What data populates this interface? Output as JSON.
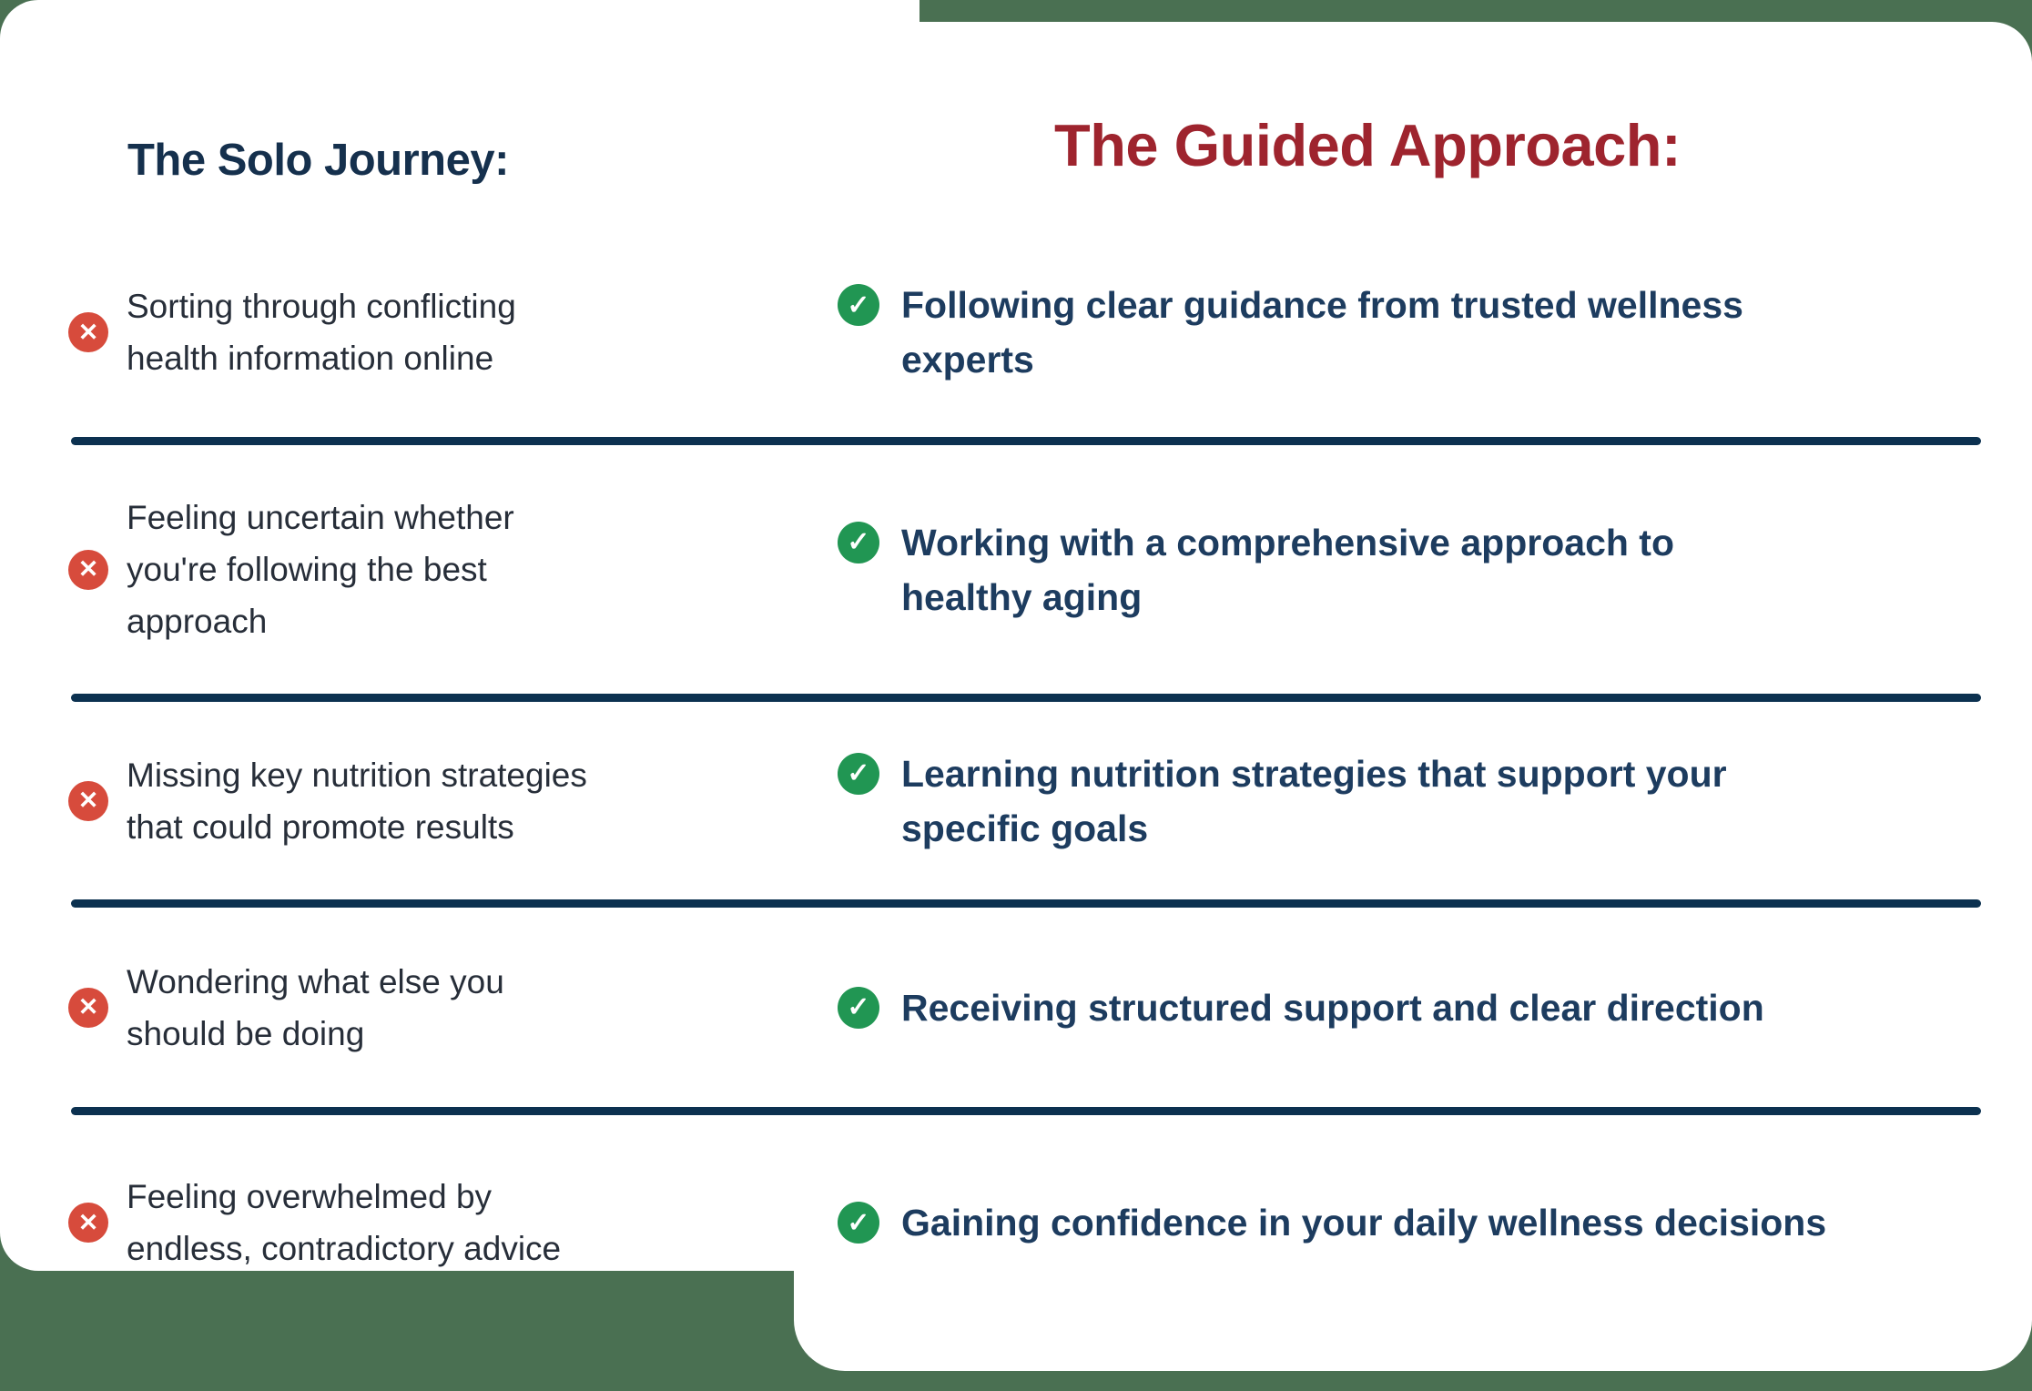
{
  "background_color": "#4a7052",
  "card_color": "#ffffff",
  "divider_color": "#0c3150",
  "left_column": {
    "heading": "The Solo Journey:",
    "heading_color": "#15304d",
    "text_color": "#272e39",
    "icon": {
      "name": "x-circle-icon",
      "glyph": "✕",
      "color": "#d74b3c"
    },
    "items": [
      {
        "text": "Sorting through conflicting\nhealth information online"
      },
      {
        "text": "Feeling uncertain whether\nyou're following the best\napproach"
      },
      {
        "text": "Missing key nutrition strategies\nthat could promote results"
      },
      {
        "text": "Wondering what else you\nshould be doing"
      },
      {
        "text": "Feeling overwhelmed by\nendless, contradictory advice"
      }
    ]
  },
  "right_column": {
    "heading": "The Guided Approach:",
    "heading_color": "#9e242e",
    "text_color": "#1d3c5f",
    "icon": {
      "name": "check-circle-icon",
      "glyph": "✓",
      "color": "#219653"
    },
    "items": [
      {
        "text": "Following clear guidance from trusted wellness\nexperts"
      },
      {
        "text": "Working with a comprehensive approach to\nhealthy aging"
      },
      {
        "text": "Learning nutrition strategies that support your\nspecific goals"
      },
      {
        "text": "Receiving structured support and clear direction"
      },
      {
        "text": "Gaining confidence in your daily wellness decisions"
      }
    ]
  }
}
